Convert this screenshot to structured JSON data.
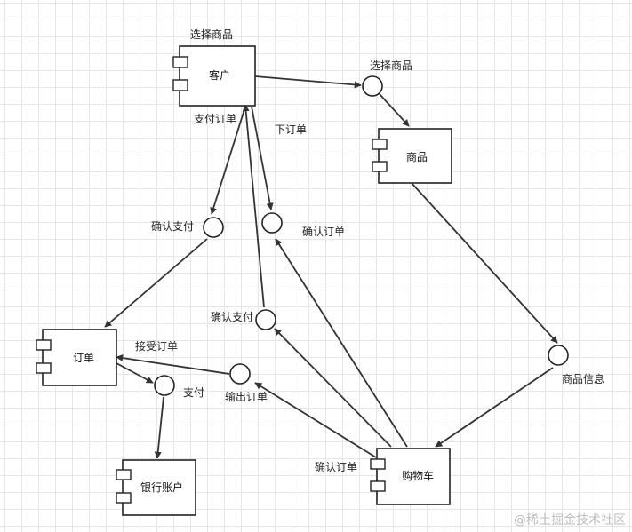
{
  "components": {
    "customer": "客户",
    "product": "商品",
    "order": "订单",
    "bank_account": "银行账户",
    "cart": "购物车"
  },
  "labels": {
    "select_product_top": "选择商品",
    "select_product_right": "选择商品",
    "pay_order": "支付订单",
    "place_order": "下订单",
    "confirm_payment_upper": "确认支付",
    "confirm_order_upper": "确认订单",
    "confirm_payment_lower": "确认支付",
    "accept_order": "接受订单",
    "pay": "支付",
    "output_order": "输出订单",
    "product_info": "商品信息",
    "confirm_order_lower": "确认订单"
  },
  "watermark": "@稀土掘金技术社区"
}
